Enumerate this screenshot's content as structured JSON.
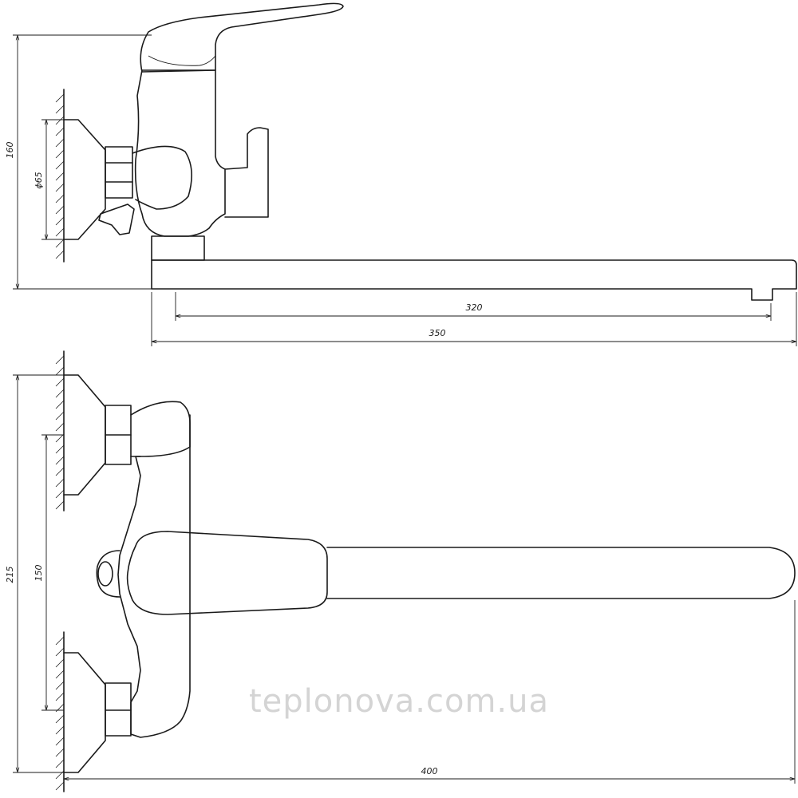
{
  "side_view": {
    "dimensions": {
      "height": "160",
      "diameter": "ϕ65",
      "spout_inner": "320",
      "spout_total": "350"
    }
  },
  "top_view": {
    "dimensions": {
      "height_total": "215",
      "connection_spacing": "150",
      "length_total": "400"
    }
  },
  "watermark": "teplonova.com.ua"
}
